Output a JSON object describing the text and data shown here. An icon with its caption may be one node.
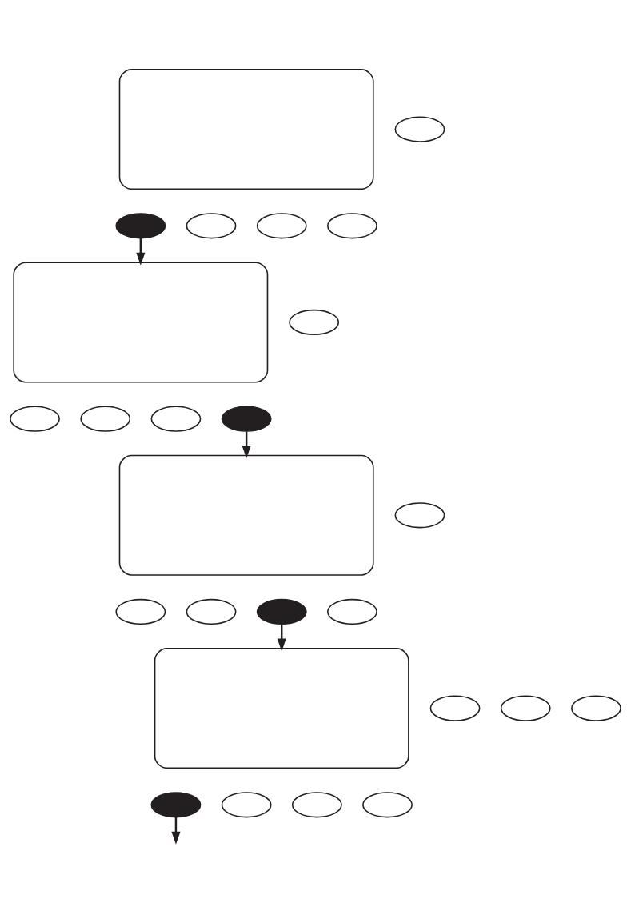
{
  "diagram": {
    "nodes": [
      {
        "text": [],
        "shape": "box"
      },
      {
        "text": [],
        "shape": "ellipse"
      },
      {
        "text": [],
        "shape": "ellipse"
      },
      {
        "text": [],
        "shape": "ellipse"
      },
      {
        "text": [],
        "shape": "ellipse"
      },
      {
        "text": [],
        "shape": "ellipse"
      },
      {
        "text": [],
        "shape": "box"
      },
      {
        "text": [],
        "shape": "ellipse"
      },
      {
        "text": [],
        "shape": "ellipse"
      },
      {
        "text": [],
        "shape": "ellipse"
      },
      {
        "text": [],
        "shape": "ellipse"
      },
      {
        "text": [],
        "shape": "ellipse"
      },
      {
        "text": [],
        "shape": "box"
      },
      {
        "text": [],
        "shape": "ellipse"
      },
      {
        "text": [],
        "shape": "ellipse"
      },
      {
        "text": [],
        "shape": "ellipse"
      },
      {
        "text": [],
        "shape": "ellipse"
      },
      {
        "text": [],
        "shape": "ellipse"
      },
      {
        "text": [],
        "shape": "box"
      },
      {
        "text": [],
        "shape": "ellipse"
      },
      {
        "text": [],
        "shape": "ellipse"
      },
      {
        "text": [],
        "shape": "ellipse"
      },
      {
        "text": [],
        "shape": "ellipse"
      },
      {
        "text": [],
        "shape": "ellipse"
      },
      {
        "text": [],
        "shape": "ellipse"
      },
      {
        "text": [],
        "shape": "ellipse"
      }
    ],
    "edges": [
      {
        "from": 1,
        "to": 6,
        "arrow": "to"
      },
      {
        "from": 10,
        "to": 12,
        "arrow": "to"
      },
      {
        "from": 15,
        "to": 18,
        "arrow": "to"
      },
      {
        "from": 19,
        "to": null,
        "arrow": "to"
      }
    ]
  }
}
